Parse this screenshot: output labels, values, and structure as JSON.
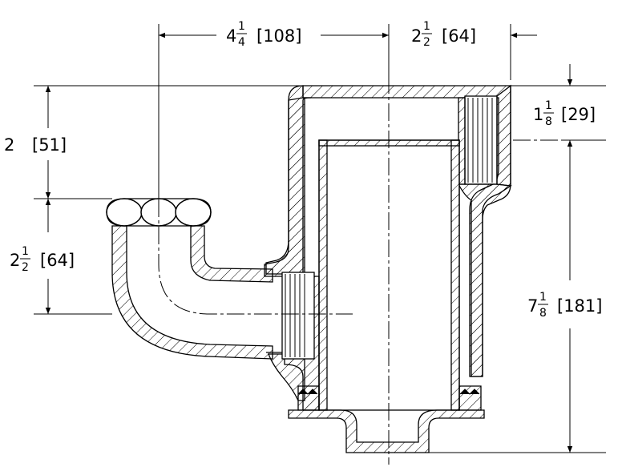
{
  "dimensions": {
    "top_left": {
      "whole": "4",
      "num": "1",
      "den": "4",
      "bracket": "[108]"
    },
    "top_right": {
      "whole": "2",
      "num": "1",
      "den": "2",
      "bracket": "[64]"
    },
    "left_upper": {
      "whole": "2",
      "num": "",
      "den": "",
      "bracket": "[51]"
    },
    "left_lower": {
      "whole": "2",
      "num": "1",
      "den": "2",
      "bracket": "[64]"
    },
    "right_upper": {
      "whole": "1",
      "num": "1",
      "den": "8",
      "bracket": "[29]"
    },
    "right_lower": {
      "whole": "7",
      "num": "1",
      "den": "8",
      "bracket": "[181]"
    }
  }
}
